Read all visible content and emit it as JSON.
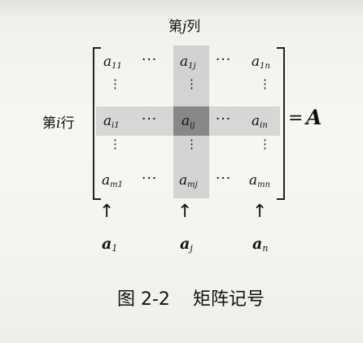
{
  "column_label": {
    "prefix": "第",
    "index": "j",
    "suffix": "列"
  },
  "row_label": {
    "prefix": "第",
    "index": "i",
    "suffix": "行"
  },
  "matrix": {
    "rows": [
      [
        {
          "base": "a",
          "sub": "11"
        },
        {
          "dots": "···"
        },
        {
          "base": "a",
          "sub": "1j"
        },
        {
          "dots": "···"
        },
        {
          "base": "a",
          "sub": "1n"
        }
      ],
      [
        {
          "vdots": "⋮"
        },
        {},
        {
          "vdots": "⋮"
        },
        {},
        {
          "vdots": "⋮"
        }
      ],
      [
        {
          "base": "a",
          "sub": "i1"
        },
        {
          "dots": "···"
        },
        {
          "base": "a",
          "sub": "ij"
        },
        {
          "dots": "···"
        },
        {
          "base": "a",
          "sub": "in"
        }
      ],
      [
        {
          "vdots": "⋮"
        },
        {},
        {
          "vdots": "⋮"
        },
        {},
        {
          "vdots": "⋮"
        }
      ],
      [
        {
          "base": "a",
          "sub": "m1"
        },
        {
          "dots": "···"
        },
        {
          "base": "a",
          "sub": "mj"
        },
        {
          "dots": "···"
        },
        {
          "base": "a",
          "sub": "mn"
        }
      ]
    ],
    "equals": "=",
    "name": "A"
  },
  "arrows": [
    "↑",
    "↑",
    "↑"
  ],
  "column_vectors": [
    {
      "base": "a",
      "sub": "1"
    },
    {
      "base": "a",
      "sub": "j"
    },
    {
      "base": "a",
      "sub": "n"
    }
  ],
  "caption": {
    "number": "图 2-2",
    "title": "矩阵记号"
  },
  "colors": {
    "highlight_light": "#b4b4b4",
    "highlight_dark": "#6e6e6e",
    "ink": "#111111"
  }
}
